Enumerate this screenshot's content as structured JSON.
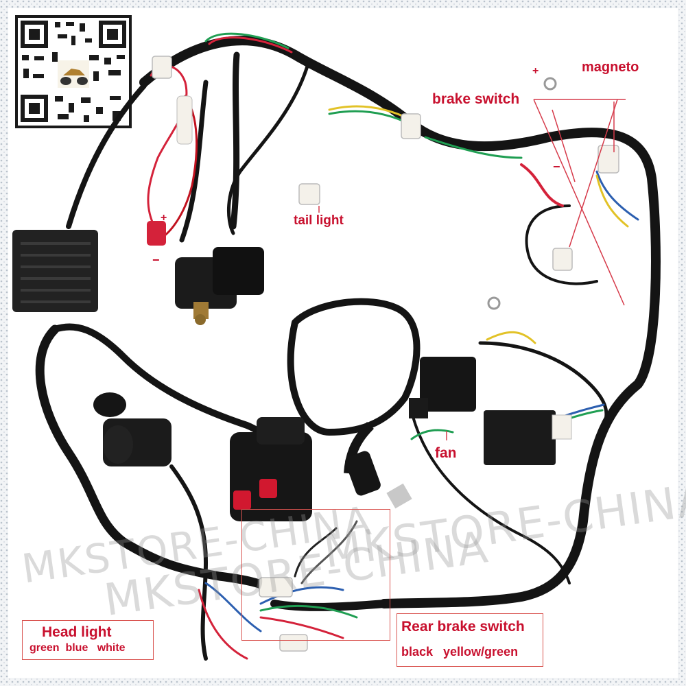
{
  "labels": {
    "magneto": "magneto",
    "brake_switch": "brake switch",
    "tail_light": "tail light",
    "fan": "fan",
    "plus_top": "+",
    "minus_top": "−",
    "plus_left": "+",
    "minus_left": "−"
  },
  "head_light": {
    "title": "Head light",
    "colors": "green  blue   white"
  },
  "rear_brake": {
    "title": "Rear brake switch",
    "colors": "black   yellow/green"
  },
  "watermark": {
    "text": "MKSTORE-CHINA"
  },
  "colors": {
    "label_red": "#c8102e",
    "harness": "#111111",
    "frame": "#cfd6df"
  }
}
